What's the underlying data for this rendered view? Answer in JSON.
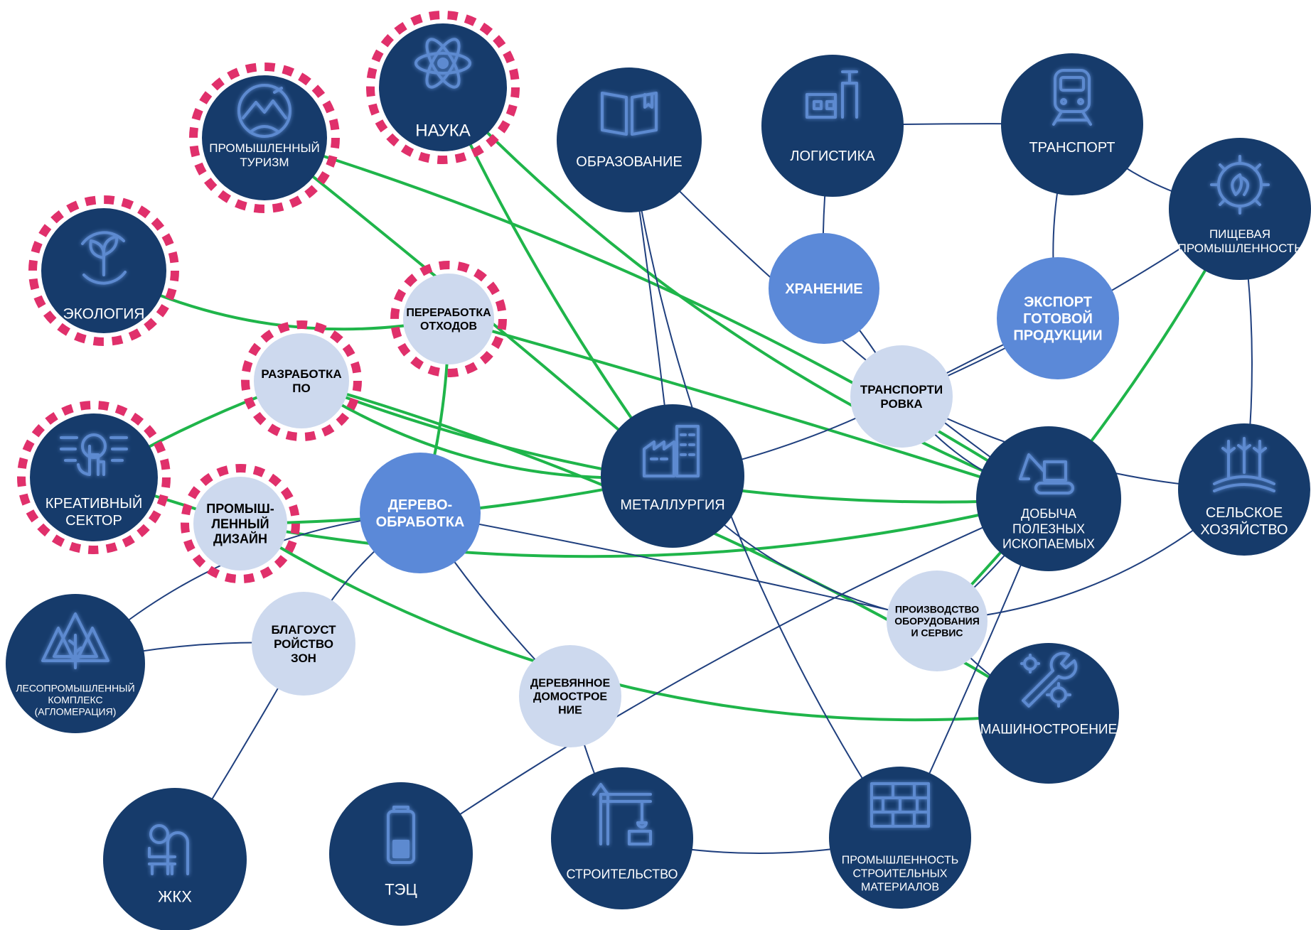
{
  "colors": {
    "dark_node": "#163b6b",
    "medium_node": "#5b89d8",
    "light_node": "#cdd9ee",
    "ring": "#e0306b",
    "green_link": "#1fb54a",
    "blue_link": "#1f3f7e",
    "icon": "#5d8ad0"
  },
  "nodes": [
    {
      "id": "turizm",
      "kind": "dark",
      "ring": true,
      "icon": "landscape-icon",
      "lines": [
        "ПРОМЫШЛЕННЫЙ",
        "ТУРИЗМ"
      ]
    },
    {
      "id": "nauka",
      "kind": "dark",
      "ring": true,
      "icon": "atom-icon",
      "lines": [
        "НАУКА"
      ]
    },
    {
      "id": "obrazovanie",
      "kind": "dark",
      "ring": false,
      "icon": "book-icon",
      "lines": [
        "ОБРАЗОВАНИЕ"
      ]
    },
    {
      "id": "logistika",
      "kind": "dark",
      "ring": false,
      "icon": "warehouse-crane-icon",
      "lines": [
        "ЛОГИСТИКА"
      ]
    },
    {
      "id": "transport",
      "kind": "dark",
      "ring": false,
      "icon": "train-icon",
      "lines": [
        "ТРАНСПОРТ"
      ]
    },
    {
      "id": "pishevaya",
      "kind": "dark",
      "ring": false,
      "icon": "gear-leaf-icon",
      "lines": [
        "ПИЩЕВАЯ",
        "ПРОМЫШЛЕННОСТЬ"
      ]
    },
    {
      "id": "ekologiya",
      "kind": "dark",
      "ring": true,
      "icon": "eco-leaf-icon",
      "lines": [
        "ЭКОЛОГИЯ"
      ]
    },
    {
      "id": "pererabotka",
      "kind": "light",
      "ring": true,
      "icon": "",
      "lines": [
        "ПЕРЕРАБОТКА",
        "ОТХОДОВ"
      ]
    },
    {
      "id": "hranenie",
      "kind": "medium",
      "ring": false,
      "icon": "",
      "lines": [
        "ХРАНЕНИЕ"
      ]
    },
    {
      "id": "eksport",
      "kind": "medium",
      "ring": false,
      "icon": "",
      "lines": [
        "ЭКСПОРТ",
        "ГОТОВОЙ",
        "ПРОДУКЦИИ"
      ]
    },
    {
      "id": "razrabotka",
      "kind": "light",
      "ring": true,
      "icon": "",
      "lines": [
        "РАЗРАБОТКА",
        "ПО"
      ]
    },
    {
      "id": "transportirovka",
      "kind": "light",
      "ring": false,
      "icon": "",
      "lines": [
        "ТРАНСПОРТИ",
        "РОВКА"
      ]
    },
    {
      "id": "kreativnyi",
      "kind": "dark",
      "ring": true,
      "icon": "touch-hand-icon",
      "lines": [
        "КРЕАТИВНЫЙ",
        "СЕКТОР"
      ]
    },
    {
      "id": "dizain",
      "kind": "light",
      "ring": true,
      "icon": "",
      "lines": [
        "ПРОМЫШ-",
        "ЛЕННЫЙ",
        "ДИЗАЙН"
      ]
    },
    {
      "id": "derevo",
      "kind": "medium",
      "ring": false,
      "icon": "",
      "lines": [
        "ДЕРЕВО-",
        "ОБРАБОТКА"
      ]
    },
    {
      "id": "metallurgiya",
      "kind": "dark",
      "ring": false,
      "icon": "factory-icon",
      "lines": [
        "МЕТАЛЛУРГИЯ"
      ]
    },
    {
      "id": "dobycha",
      "kind": "dark",
      "ring": false,
      "icon": "excavator-icon",
      "lines": [
        "ДОБЫЧА",
        "ПОЛЕЗНЫХ",
        "ИСКОПАЕМЫХ"
      ]
    },
    {
      "id": "selskoe",
      "kind": "dark",
      "ring": false,
      "icon": "crop-field-icon",
      "lines": [
        "СЕЛЬСКОЕ",
        "ХОЗЯЙСТВО"
      ]
    },
    {
      "id": "proizvodstvo",
      "kind": "light",
      "ring": false,
      "icon": "",
      "lines": [
        "ПРОИЗВОДСТВО",
        "ОБОРУДОВАНИЯ",
        "И СЕРВИС"
      ]
    },
    {
      "id": "lesoprom",
      "kind": "dark",
      "ring": false,
      "icon": "forest-icon",
      "lines": [
        "ЛЕСОПРОМЫШЛЕННЫЙ",
        "КОМПЛЕКС",
        "(АГЛОМЕРАЦИЯ)"
      ]
    },
    {
      "id": "blagoustroistvo",
      "kind": "light",
      "ring": false,
      "icon": "",
      "lines": [
        "БЛАГОУСТ",
        "РОЙСТВО",
        "ЗОН"
      ]
    },
    {
      "id": "derevyannoe",
      "kind": "light",
      "ring": false,
      "icon": "",
      "lines": [
        "ДЕРЕВЯННОЕ",
        "ДОМОСТРОЕ",
        "НИЕ"
      ]
    },
    {
      "id": "mashinostroenie",
      "kind": "dark",
      "ring": false,
      "icon": "wrench-gear-icon",
      "lines": [
        "МАШИНОСТРОЕНИЕ"
      ]
    },
    {
      "id": "zhkh",
      "kind": "dark",
      "ring": false,
      "icon": "house-bench-icon",
      "lines": [
        "ЖКХ"
      ]
    },
    {
      "id": "tec",
      "kind": "dark",
      "ring": false,
      "icon": "battery-icon",
      "lines": [
        "ТЭЦ"
      ]
    },
    {
      "id": "stroitelstvo",
      "kind": "dark",
      "ring": false,
      "icon": "crane-icon",
      "lines": [
        "СТРОИТЕЛЬСТВО"
      ]
    },
    {
      "id": "stroymat",
      "kind": "dark",
      "ring": false,
      "icon": "bricks-icon",
      "lines": [
        "ПРОМЫШЛЕННОСТЬ",
        "СТРОИТЕЛЬНЫХ",
        "МАТЕРИАЛОВ"
      ]
    }
  ],
  "links": [
    {
      "from": "turizm",
      "to": "dobycha",
      "kind": "green"
    },
    {
      "from": "turizm",
      "to": "metallurgiya",
      "kind": "green"
    },
    {
      "from": "nauka",
      "to": "metallurgiya",
      "kind": "green"
    },
    {
      "from": "nauka",
      "to": "dobycha",
      "kind": "green"
    },
    {
      "from": "ekologiya",
      "to": "pererabotka",
      "kind": "green"
    },
    {
      "from": "pererabotka",
      "to": "derevo",
      "kind": "green"
    },
    {
      "from": "pererabotka",
      "to": "dobycha",
      "kind": "green"
    },
    {
      "from": "razrabotka",
      "to": "kreativnyi",
      "kind": "green"
    },
    {
      "from": "razrabotka",
      "to": "dobycha",
      "kind": "green"
    },
    {
      "from": "razrabotka",
      "to": "metallurgiya",
      "kind": "green"
    },
    {
      "from": "razrabotka",
      "to": "mashinostroenie",
      "kind": "green"
    },
    {
      "from": "kreativnyi",
      "to": "dizain",
      "kind": "green"
    },
    {
      "from": "dizain",
      "to": "metallurgiya",
      "kind": "green"
    },
    {
      "from": "dizain",
      "to": "dobycha",
      "kind": "green"
    },
    {
      "from": "dizain",
      "to": "mashinostroenie",
      "kind": "green"
    },
    {
      "from": "pishevaya",
      "to": "proizvodstvo",
      "kind": "green"
    },
    {
      "from": "logistika",
      "to": "transport",
      "kind": "blue"
    },
    {
      "from": "logistika",
      "to": "hranenie",
      "kind": "blue"
    },
    {
      "from": "transport",
      "to": "eksport",
      "kind": "blue"
    },
    {
      "from": "transport",
      "to": "pishevaya",
      "kind": "blue"
    },
    {
      "from": "hranenie",
      "to": "transportirovka",
      "kind": "blue"
    },
    {
      "from": "transportirovka",
      "to": "eksport",
      "kind": "blue"
    },
    {
      "from": "transportirovka",
      "to": "pishevaya",
      "kind": "blue"
    },
    {
      "from": "transportirovka",
      "to": "selskoe",
      "kind": "blue"
    },
    {
      "from": "transportirovka",
      "to": "dobycha",
      "kind": "blue"
    },
    {
      "from": "transportirovka",
      "to": "metallurgiya",
      "kind": "blue"
    },
    {
      "from": "obrazovanie",
      "to": "metallurgiya",
      "kind": "blue"
    },
    {
      "from": "obrazovanie",
      "to": "dobycha",
      "kind": "blue"
    },
    {
      "from": "obrazovanie",
      "to": "stroymat",
      "kind": "blue"
    },
    {
      "from": "metallurgiya",
      "to": "proizvodstvo",
      "kind": "blue"
    },
    {
      "from": "dobycha",
      "to": "proizvodstvo",
      "kind": "blue"
    },
    {
      "from": "dobycha",
      "to": "stroymat",
      "kind": "blue"
    },
    {
      "from": "dobycha",
      "to": "tec",
      "kind": "blue"
    },
    {
      "from": "proizvodstvo",
      "to": "mashinostroenie",
      "kind": "blue"
    },
    {
      "from": "proizvodstvo",
      "to": "selskoe",
      "kind": "blue"
    },
    {
      "from": "pishevaya",
      "to": "selskoe",
      "kind": "blue"
    },
    {
      "from": "derevo",
      "to": "proizvodstvo",
      "kind": "blue"
    },
    {
      "from": "derevo",
      "to": "derevyannoe",
      "kind": "blue"
    },
    {
      "from": "derevo",
      "to": "blagoustroistvo",
      "kind": "blue"
    },
    {
      "from": "derevo",
      "to": "lesoprom",
      "kind": "blue"
    },
    {
      "from": "lesoprom",
      "to": "blagoustroistvo",
      "kind": "blue"
    },
    {
      "from": "blagoustroistvo",
      "to": "zhkh",
      "kind": "blue"
    },
    {
      "from": "derevyannoe",
      "to": "stroitelstvo",
      "kind": "blue"
    },
    {
      "from": "stroitelstvo",
      "to": "stroymat",
      "kind": "blue"
    }
  ]
}
